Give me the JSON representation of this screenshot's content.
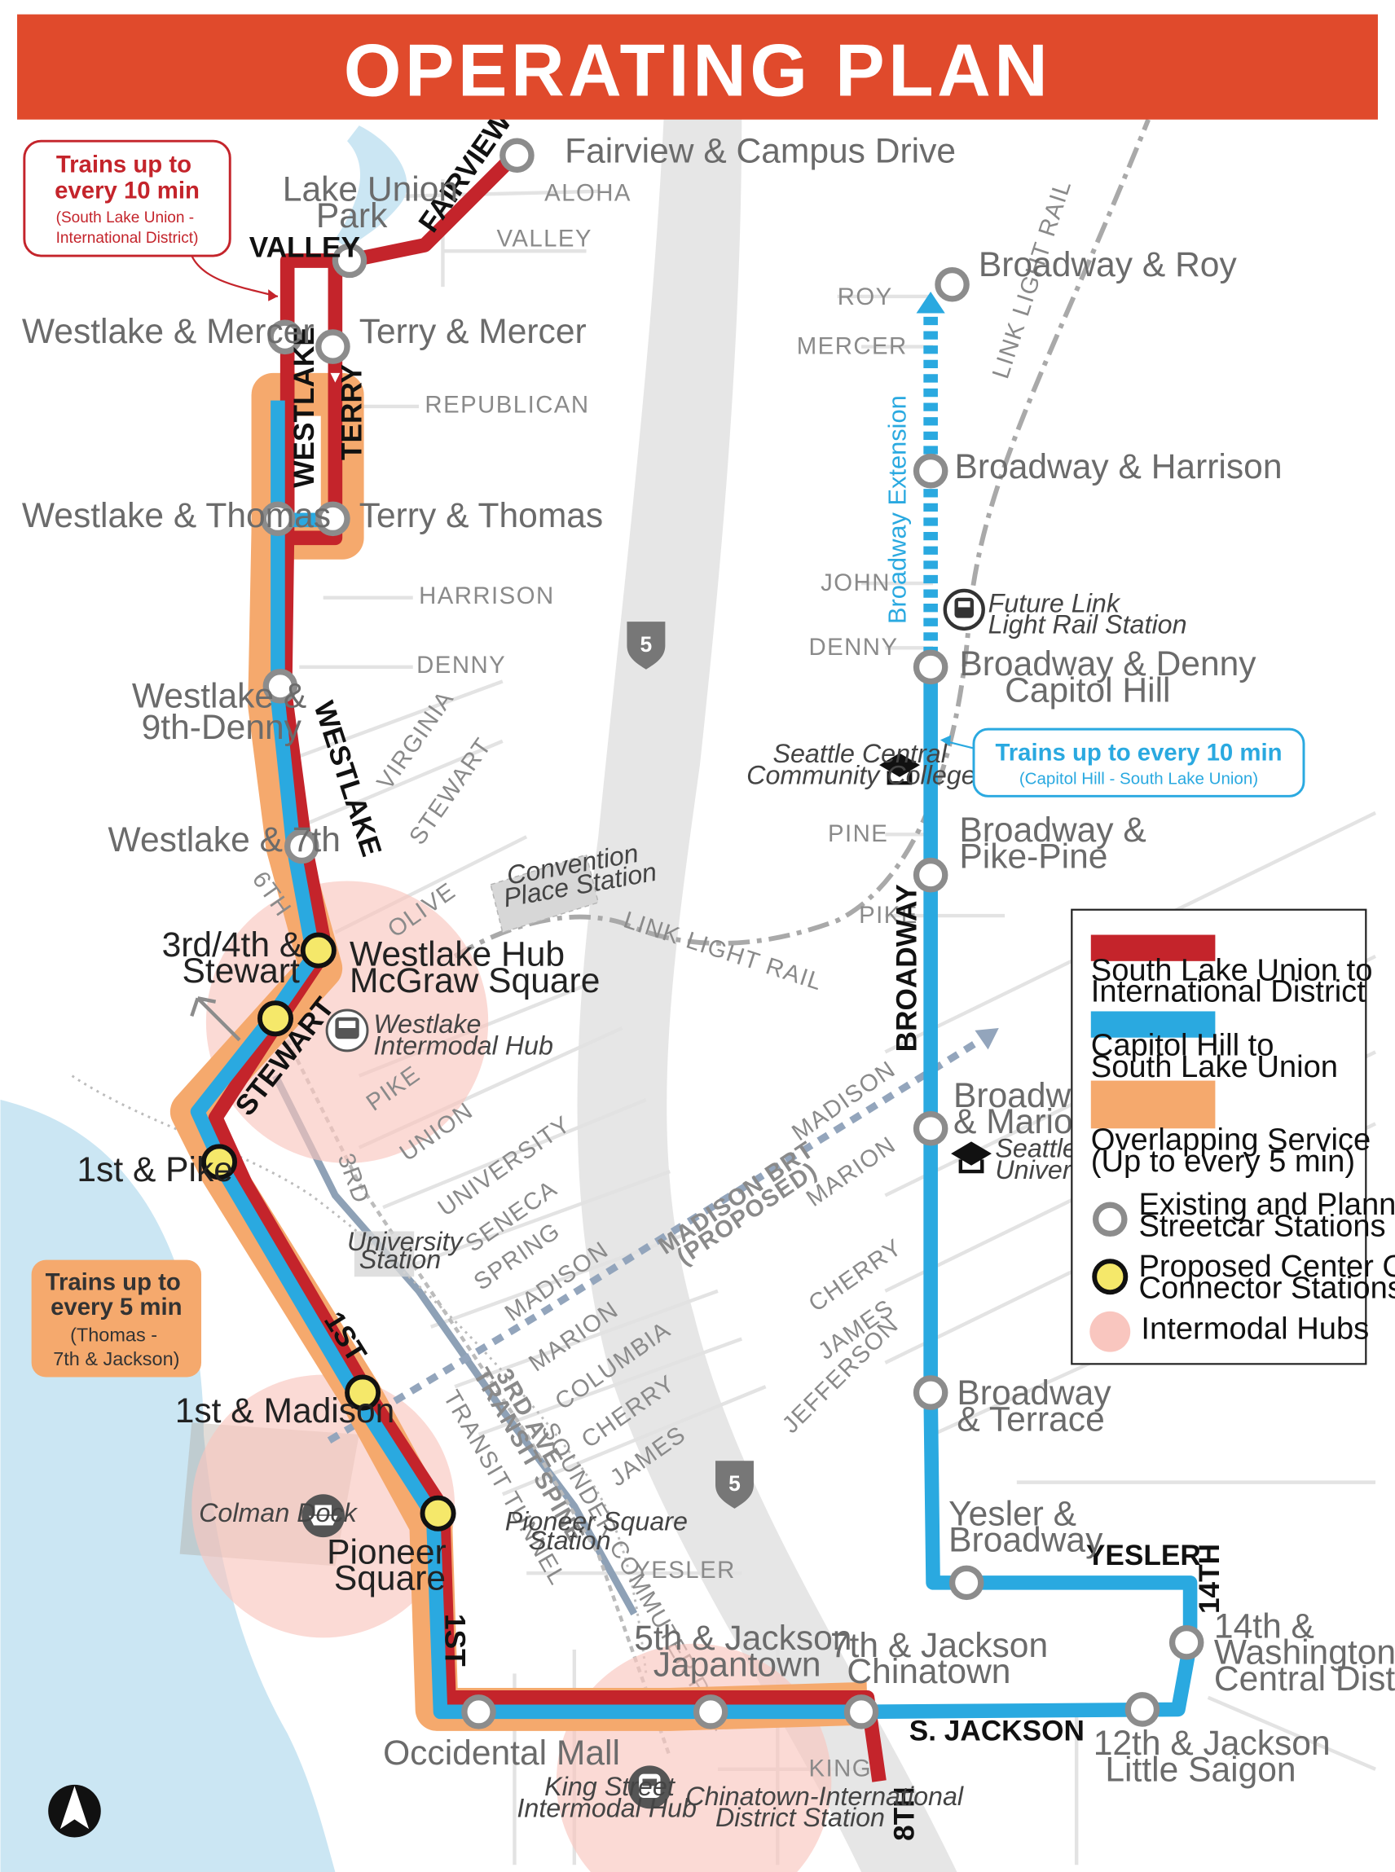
{
  "title": "OPERATING PLAN",
  "colors": {
    "red": "#c4242b",
    "blue": "#2aa9e0",
    "orange": "#f5a96d",
    "hub": "#f9c6bf",
    "banner": "#e04a2c",
    "yellow": "#f5e86a"
  },
  "callouts": {
    "red": {
      "headline_1": "Trains up to",
      "headline_2": "every 10 min",
      "sub_1": "(South Lake Union -",
      "sub_2": "International District)"
    },
    "blue": {
      "headline": "Trains up to every 10 min",
      "sub": "(Capitol Hill - South Lake Union)"
    },
    "orange": {
      "headline_1": "Trains up to",
      "headline_2": "every 5 min",
      "sub_1": "(Thomas -",
      "sub_2": "7th & Jackson)"
    }
  },
  "stations": {
    "fairview_campus": "Fairview & Campus Drive",
    "lake_union_park_1": "Lake Union",
    "lake_union_park_2": "Park",
    "westlake_mercer": "Westlake & Mercer",
    "terry_mercer": "Terry & Mercer",
    "westlake_thomas": "Westlake & Thomas",
    "terry_thomas": "Terry & Thomas",
    "westlake_9th_1": "Westlake &",
    "westlake_9th_2": "9th-Denny",
    "westlake_7th": "Westlake & 7th",
    "third_fourth_1": "3rd/4th &",
    "third_fourth_2": "Stewart",
    "westlake_hub_1": "Westlake Hub",
    "westlake_hub_2": "McGraw Square",
    "first_pike": "1st & Pike",
    "first_madison": "1st & Madison",
    "pioneer_1": "Pioneer",
    "pioneer_2": "Square",
    "occidental": "Occidental Mall",
    "fifth_jackson_1": "5th & Jackson",
    "fifth_jackson_2": "Japantown",
    "seventh_jackson_1": "7th & Jackson",
    "seventh_jackson_2": "Chinatown",
    "twelfth_1": "12th & Jackson",
    "twelfth_2": "Little Saigon",
    "fourteenth_1": "14th &",
    "fourteenth_2": "Washington",
    "fourteenth_3": "Central Distric",
    "yesler_bw_1": "Yesler &",
    "yesler_bw_2": "Broadway",
    "bw_terrace_1": "Broadway",
    "bw_terrace_2": "& Terrace",
    "bw_marion_1": "Broadway",
    "bw_marion_2": "& Marion",
    "bw_pike_1": "Broadway &",
    "bw_pike_2": "Pike-Pine",
    "bw_denny_1": "Broadway & Denny",
    "bw_denny_2": "Capitol Hill",
    "bw_harrison": "Broadway & Harrison",
    "bw_roy": "Broadway & Roy"
  },
  "streets": {
    "aloha": "ALOHA",
    "valley_st": "VALLEY",
    "republican": "REPUBLICAN",
    "harrison": "HARRISON",
    "denny": "DENNY",
    "virginia": "VIRGINIA",
    "stewart_st": "STEWART",
    "olive": "OLIVE",
    "sixth": "6TH",
    "pike": "PIKE",
    "union": "UNION",
    "third": "3RD",
    "university": "UNIVERSITY",
    "seneca": "SENECA",
    "spring": "SPRING",
    "madison": "MADISON",
    "marion": "MARION",
    "columbia": "COLUMBIA",
    "cherry": "CHERRY",
    "james": "JAMES",
    "yesler": "YESLER",
    "king": "KING",
    "roy": "ROY",
    "mercer": "MERCER",
    "john": "JOHN",
    "denny_e": "DENNY",
    "pine": "PINE",
    "pike_e": "PIKE",
    "madison_e": "MADISON",
    "marion_e": "MARION",
    "cherry_e": "CHERRY",
    "james_e": "JAMES",
    "jefferson": "JEFFERSON"
  },
  "route_labels": {
    "valley": "VALLEY",
    "fairview": "FAIRVIEW",
    "westlake_a": "WESTLAKE",
    "terry": "TERRY",
    "westlake_b": "WESTLAKE",
    "stewart": "STEWART",
    "first_a": "1ST",
    "first_b": "1ST",
    "yesler": "YESLER",
    "fourteenth": "14TH",
    "s_jackson": "S. JACKSON",
    "eighth": "8TH",
    "broadway": "BROADWAY"
  },
  "overlay_labels": {
    "broadway_extension": "Broadway Extension",
    "future_link_1": "Future Link",
    "future_link_2": "Light Rail Station",
    "seattle_central_1": "Seattle Central",
    "seattle_central_2": "Community College",
    "seattle_u_1": "Seattle",
    "seattle_u_2": "University",
    "convention_1": "Convention",
    "convention_2": "Place Station",
    "link_light_rail_a": "LINK LIGHT RAIL",
    "link_light_rail_b": "LINK LIGHT RAIL",
    "westlake_intermodal_1": "Westlake",
    "westlake_intermodal_2": "Intermodal Hub",
    "university_station_1": "University",
    "university_station_2": "Station",
    "third_ave_1": "3RD AVE",
    "third_ave_2": "TRANSIT SPINE",
    "transit_tunnel": "TRANSIT TUNNEL",
    "sounder": "SOUNDER COMMUTER RAIL",
    "madison_brt_1": "MADISON BRT",
    "madison_brt_2": "(PROPOSED)",
    "colman_dock": "Colman Dock",
    "pioneer_station_1": "Pioneer Square",
    "pioneer_station_2": "Station",
    "king_street_1": "King Street",
    "king_street_2": "Intermodal Hub",
    "chinatown_station_1": "Chinatown-International",
    "chinatown_station_2": "District Station",
    "i5_a": "5",
    "i5_b": "5"
  },
  "legend": {
    "red_1": "South Lake Union to",
    "red_2": "International District",
    "blue_1": "Capitol Hill to",
    "blue_2": "South Lake Union",
    "orange_1": "Overlapping Service",
    "orange_2": "(Up to every 5 min)",
    "existing_1": "Existing and Planned",
    "existing_2": "Streetcar Stations",
    "proposed_1": "Proposed Center City",
    "proposed_2": "Connector Stations",
    "hubs": "Intermodal Hubs"
  }
}
